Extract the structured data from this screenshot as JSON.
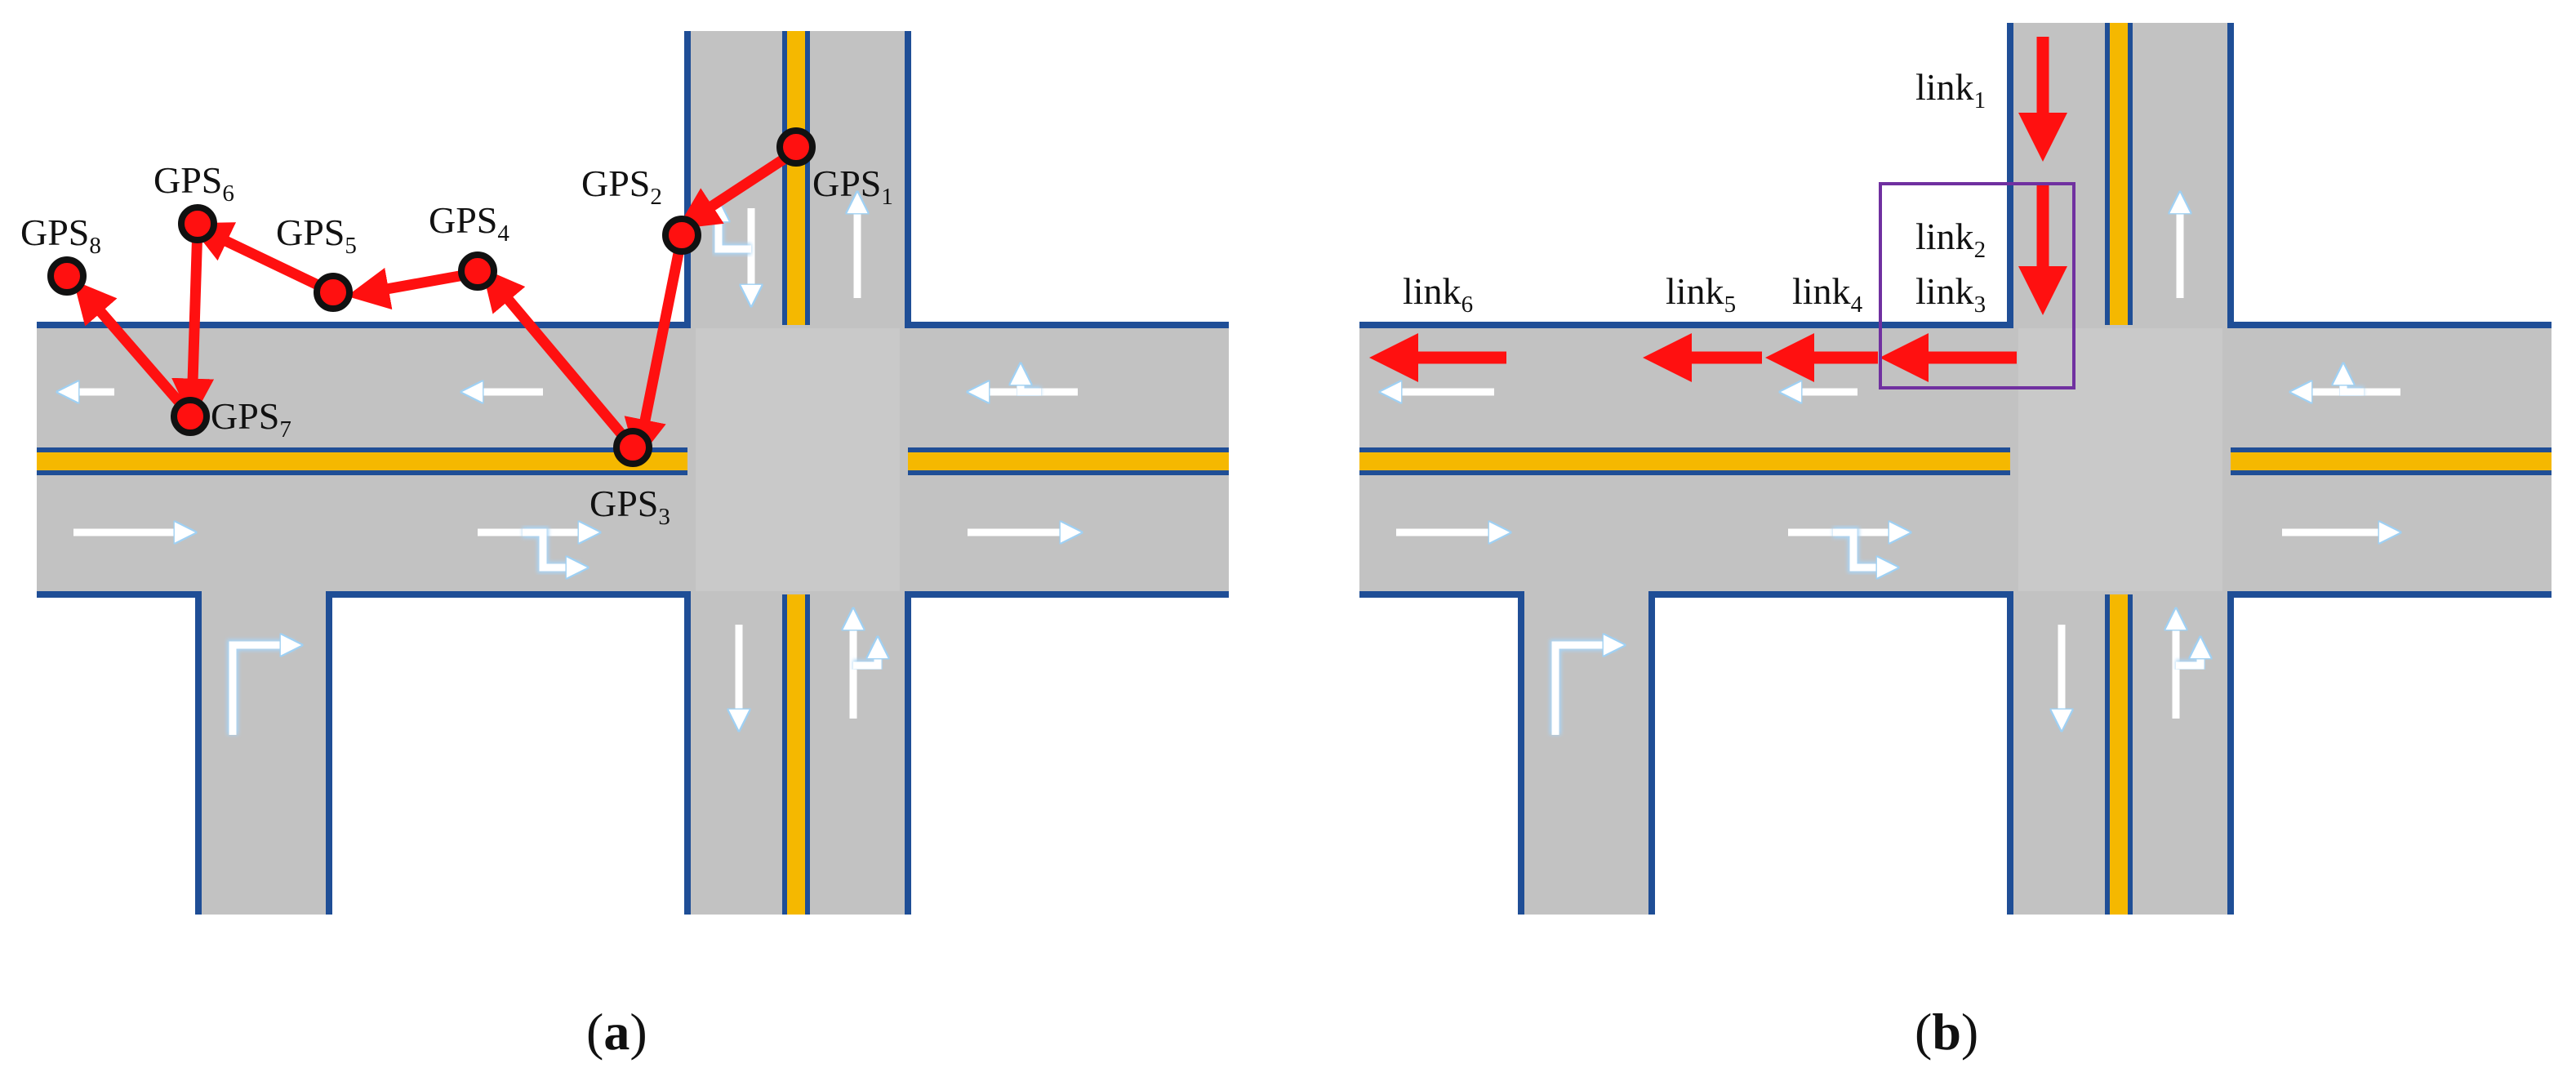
{
  "colors": {
    "road": "#c2c2c2",
    "edge": "#1f4e96",
    "center_line": "#f5b800",
    "lane_arrow": "#ffffff",
    "lane_arrow_glow": "#a9d4f5",
    "trajectory": "#ff1010",
    "gps_point_outline": "#111111",
    "highlight_box": "#7030a0"
  },
  "panel_a": {
    "caption": {
      "open": "(",
      "letter": "a",
      "close": ")"
    },
    "gps_points": [
      {
        "base": "GPS",
        "sub": "1"
      },
      {
        "base": "GPS",
        "sub": "2"
      },
      {
        "base": "GPS",
        "sub": "3"
      },
      {
        "base": "GPS",
        "sub": "4"
      },
      {
        "base": "GPS",
        "sub": "5"
      },
      {
        "base": "GPS",
        "sub": "6"
      },
      {
        "base": "GPS",
        "sub": "7"
      },
      {
        "base": "GPS",
        "sub": "8"
      }
    ]
  },
  "panel_b": {
    "caption": {
      "open": "(",
      "letter": "b",
      "close": ")"
    },
    "links": [
      {
        "base": "link",
        "sub": "1"
      },
      {
        "base": "link",
        "sub": "2"
      },
      {
        "base": "link",
        "sub": "3"
      },
      {
        "base": "link",
        "sub": "4"
      },
      {
        "base": "link",
        "sub": "5"
      },
      {
        "base": "link",
        "sub": "6"
      }
    ]
  },
  "icons": {
    "lane_arrows": "white-lane-direction-arrow-icon",
    "trajectory_arrows": "red-trajectory-arrow-icon",
    "gps_markers": "red-circle-gps-marker-icon"
  }
}
